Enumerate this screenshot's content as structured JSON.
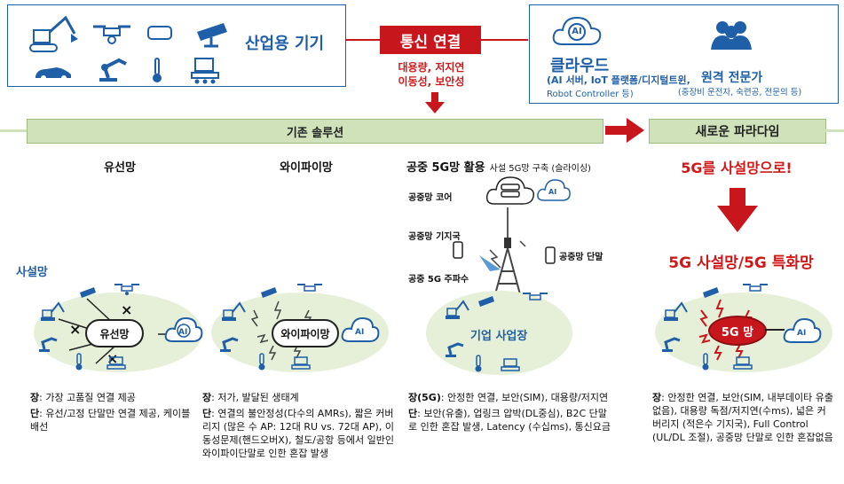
{
  "top": {
    "industrial_title": "산업용 기기",
    "comm_title": "통신 연결",
    "comm_req_line1": "대용량, 저지연",
    "comm_req_line2": "이동성, 보안성",
    "cloud_badge": "AI",
    "cloud_title": "클라우드",
    "cloud_sub1": "(AI 서버, IoT 플랫폼/디지털트윈,",
    "cloud_sub2": "Robot Controller 등)",
    "expert_title": "원격 전문가",
    "expert_sub": "(중장비 운전자, 숙련공, 전문의 등)"
  },
  "banners": {
    "existing": "기존 솔루션",
    "new": "새로운 파라다임"
  },
  "columns": {
    "wired": "유선망",
    "wifi": "와이파이망",
    "public5g": "공중 5G망 활용",
    "public5g_sub": "사설 5G망 구축 (슬라이싱)",
    "new_headline": "5G를 사설망으로!",
    "new_result": "5G 사설망/5G 특화망"
  },
  "side_label": "사설망",
  "hubs": {
    "wired": "유선망",
    "wifi": "와이파이망",
    "enterprise": "기업 사업장",
    "fiveg": "5G 망",
    "ai": "AI"
  },
  "public_labels": {
    "core": "공중망 코어",
    "base": "공중망 기지국",
    "freq": "공중 5G 주파수",
    "terminal": "공중망 단말"
  },
  "descriptions": {
    "wired": [
      {
        "k": "장",
        "t": ": 가장 고품질 연결 제공"
      },
      {
        "k": "단",
        "t": ": 유선/고정 단말만 연결 제공, 케이블 배선"
      }
    ],
    "wifi": [
      {
        "k": "장",
        "t": ": 저가, 발달된 생태계"
      },
      {
        "k": "단",
        "t": ": 연결의 불안정성(다수의 AMRs), 짧은 커버리지 (많은 수 AP: 12대 RU vs. 72대 AP), 이동성문제(핸드오버X), 철도/공항 등에서 일반인 와이파이단말로 인한 혼잡 발생"
      }
    ],
    "public5g": [
      {
        "k": "장(5G)",
        "t": ": 안정한 연결, 보안(SIM), 대용량/저지연"
      },
      {
        "k": "단",
        "t": ": 보안(유출), 업링크 압박(DL중심), B2C 단말로 인한 혼잡 발생, Latency (수십ms), 통신요금"
      }
    ],
    "private5g": [
      {
        "k": "장",
        "t": ": 안정한 연결, 보안(SIM, 내부데이타 유출없음), 대용량 독점/저지연(수ms), 넓은 커버리지 (적은수 기지국), Full Control (UL/DL 조절), 공중망 단말로 인한 혼잡없음"
      }
    ]
  },
  "colors": {
    "brand_blue": "#1f5fa8",
    "accent_red": "#c8161d",
    "banner_green": "#cfe2b9",
    "ellipse_green": "#e6f0d8"
  }
}
